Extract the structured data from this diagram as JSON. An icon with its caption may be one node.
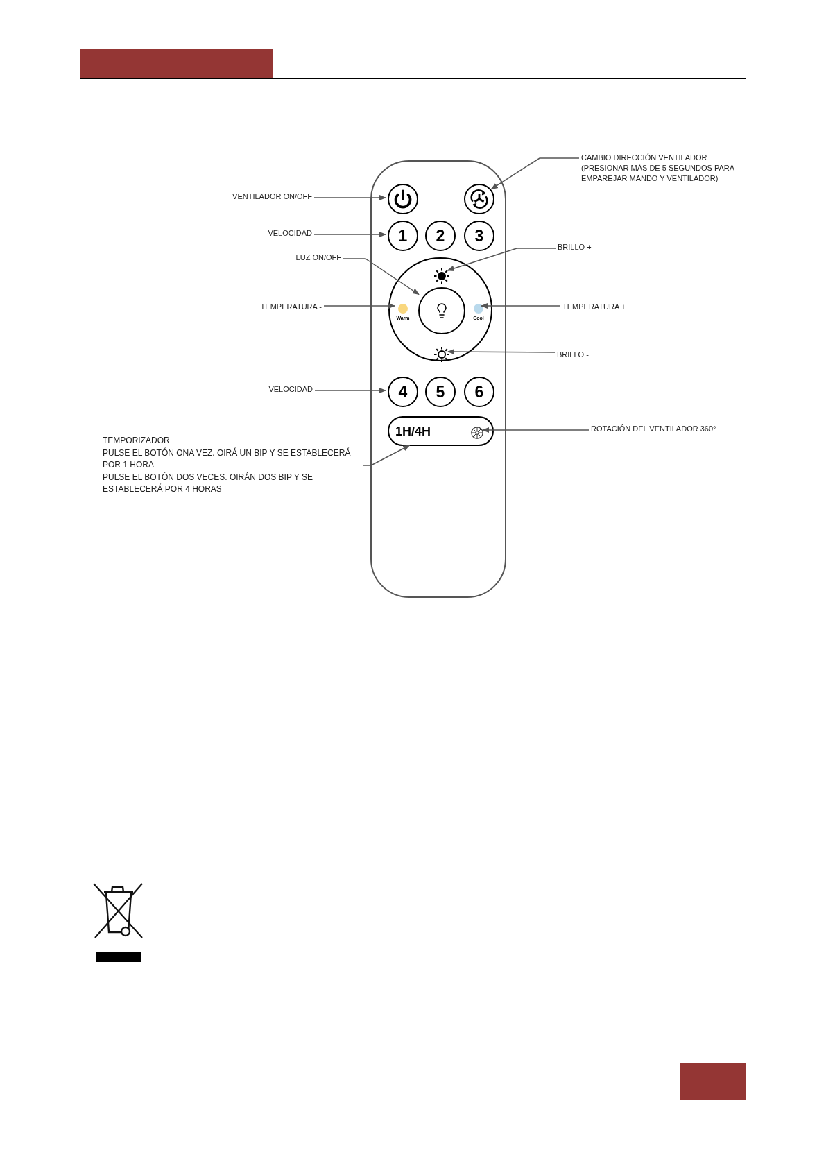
{
  "diagram": {
    "nodes": [
      {
        "text": [],
        "shape": "box"
      },
      {
        "text": [],
        "shape": "circle",
        "in": 0
      },
      {
        "text": [],
        "shape": "circle",
        "in": 0
      },
      {
        "text": [
          "1"
        ],
        "in": 0
      },
      {
        "text": [
          "2"
        ],
        "in": 0
      },
      {
        "text": [
          "3"
        ],
        "in": 0
      },
      {
        "text": [],
        "shape": "circle",
        "in": 0
      },
      {
        "text": [],
        "shape": "picture",
        "in": 6
      },
      {
        "text": [],
        "shape": "circle",
        "in": 6
      },
      {
        "text": [],
        "shape": "circle",
        "beside": [
          "Warm"
        ],
        "in": 6
      },
      {
        "text": [],
        "shape": "circle",
        "beside": [
          "Cool"
        ],
        "in": 6
      },
      {
        "text": [],
        "shape": "picture",
        "in": 6
      },
      {
        "text": [
          "4"
        ],
        "in": 0
      },
      {
        "text": [
          "5"
        ],
        "in": 0
      },
      {
        "text": [
          "6"
        ],
        "in": 0
      },
      {
        "text": [
          "1H/4H"
        ],
        "in": 0
      },
      {
        "text": [],
        "shape": "picture",
        "in": 15
      },
      {
        "text": [
          "CAMBIO DIRECCIÓN VENTILADOR",
          "(PRESIONAR MÁS DE 5 SEGUNDOS PARA EMPAREJAR MANDO Y VENTILADOR)"
        ]
      },
      {
        "text": [
          "VENTILADOR ON/OFF"
        ]
      },
      {
        "text": [
          "VELOCIDAD"
        ]
      },
      {
        "text": [
          "BRILLO +"
        ]
      },
      {
        "text": [
          "LUZ ON/OFF"
        ]
      },
      {
        "text": [
          "TEMPERATURA -"
        ]
      },
      {
        "text": [
          "TEMPERATURA +"
        ]
      },
      {
        "text": [
          "BRILLO -"
        ]
      },
      {
        "text": [
          "VELOCIDAD"
        ]
      },
      {
        "text": [
          "ROTACIÓN DEL VENTILADOR 360°"
        ]
      },
      {
        "text": [
          "TEMPORIZADOR",
          "PULSE EL BOTÓN ONA VEZ. OIRÁ UN BIP Y SE ESTABLECERÁ POR 1 HORA",
          "PULSE EL BOTÓN DOS VECES. OIRÁN DOS BIP Y SE ESTABLECERÁ POR 4 HORAS"
        ]
      }
    ],
    "edges": [
      {
        "from": 17,
        "to": 2,
        "arrow": "to"
      },
      {
        "from": 18,
        "to": 1,
        "arrow": "to"
      },
      {
        "from": 19,
        "to": 3,
        "arrow": "to"
      },
      {
        "from": 20,
        "to": 7,
        "arrow": "to"
      },
      {
        "from": 21,
        "to": 8,
        "arrow": "to"
      },
      {
        "from": 22,
        "to": 9,
        "arrow": "to"
      },
      {
        "from": 23,
        "to": 10,
        "arrow": "to"
      },
      {
        "from": 24,
        "to": 11,
        "arrow": "to"
      },
      {
        "from": 25,
        "to": 12,
        "arrow": "to"
      },
      {
        "from": 26,
        "to": 16,
        "arrow": "to"
      },
      {
        "from": 27,
        "to": 15,
        "arrow": "to"
      }
    ]
  }
}
